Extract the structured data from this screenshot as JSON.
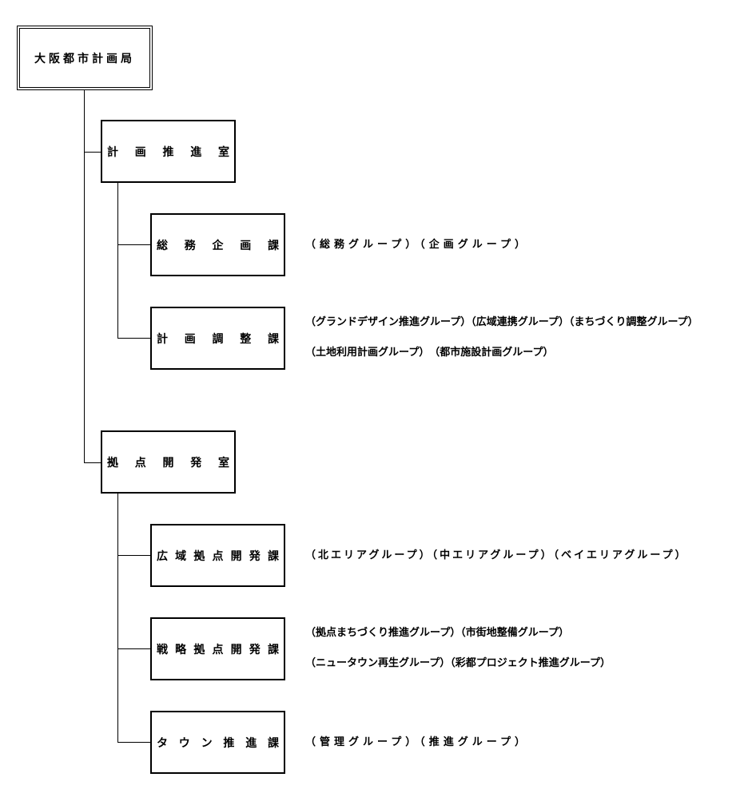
{
  "root": {
    "label": "大阪都市計画局"
  },
  "offices": [
    {
      "label": "計画推進室",
      "sections": [
        {
          "label": "総務企画課",
          "groups": [
            "（総務グループ）（企画グループ）"
          ]
        },
        {
          "label": "計画調整課",
          "groups": [
            "（グランドデザイン推進グループ）（広域連携グループ）（まちづくり調整グループ）",
            "（土地利用計画グループ）　（都市施設計画グループ）"
          ]
        }
      ]
    },
    {
      "label": "拠点開発室",
      "sections": [
        {
          "label": "広域拠点開発課",
          "groups": [
            "（北エリアグループ）（中エリアグループ）（ベイエリアグループ）"
          ]
        },
        {
          "label": "戦略拠点開発課",
          "groups": [
            "（拠点まちづくり推進グループ）（市街地整備グループ）",
            "（ニュータウン再生グループ）（彩都プロジェクト推進グループ）"
          ]
        },
        {
          "label": "タウン推進課",
          "groups": [
            "（管理グループ）（推進グループ）"
          ]
        }
      ]
    }
  ]
}
